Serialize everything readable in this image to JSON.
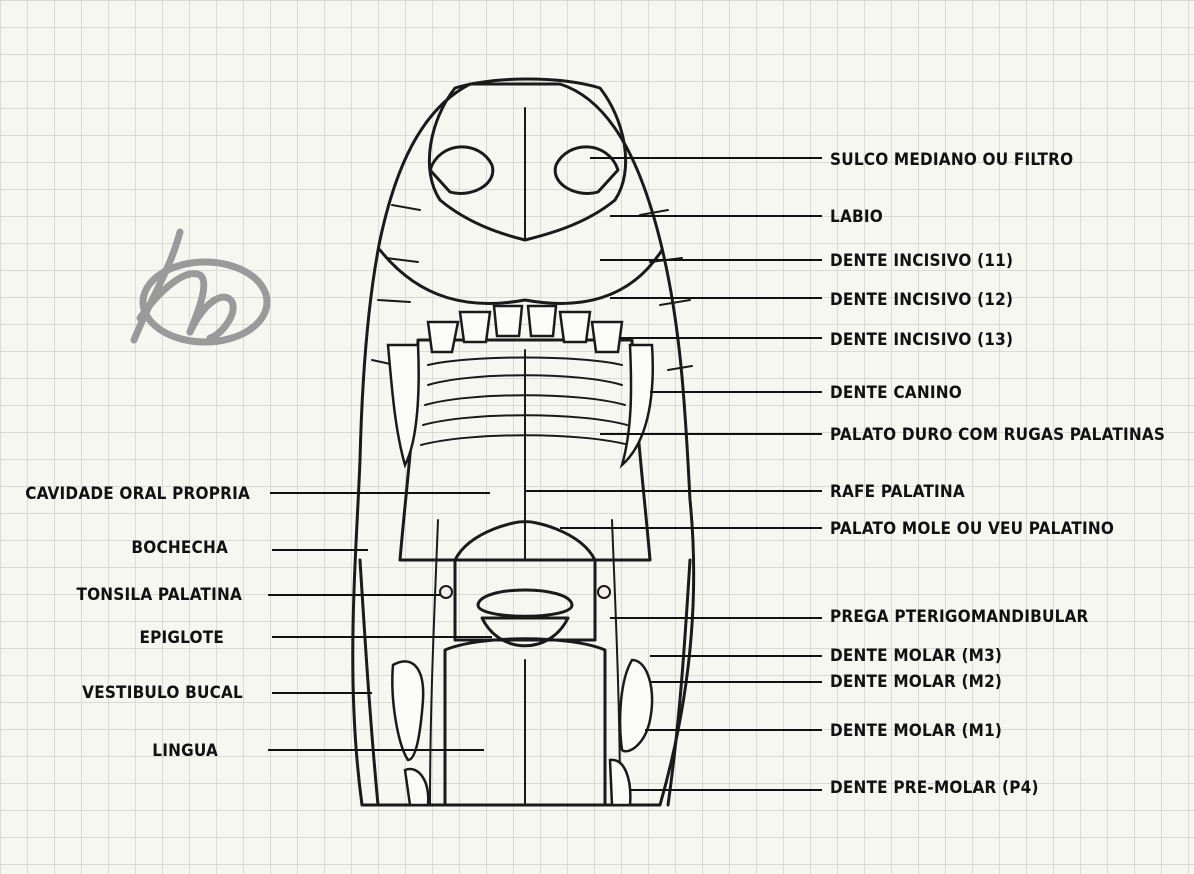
{
  "labels": {
    "right": [
      "SULCO MEDIANO OU FILTRO",
      "LABIO",
      "DENTE INCISIVO (11)",
      "DENTE INCISIVO (12)",
      "DENTE INCISIVO (13)",
      "DENTE CANINO",
      "PALATO DURO COM RUGAS PALATINAS",
      "RAFE PALATINA",
      "PALATO MOLE OU VEU PALATINO",
      "PREGA PTERIGOMANDIBULAR",
      "DENTE MOLAR (M3)",
      "DENTE MOLAR (M2)",
      "DENTE MOLAR (M1)",
      "DENTE PRE-MOLAR (P4)"
    ],
    "left": [
      "CAVIDADE ORAL PROPRIA",
      "BOCHECHA",
      "TONSILA PALATINA",
      "EPIGLOTE",
      "VESTIBULO BUCAL",
      "LINGUA"
    ]
  },
  "colors": {
    "ink": "#111111",
    "nose": "#e4d8d8",
    "palate": "#ecdfe9",
    "tongue": "#edd3e2",
    "teeth": "#fbfbf8",
    "grid": "#d9dcd6",
    "signature": "#9a9a9a"
  }
}
